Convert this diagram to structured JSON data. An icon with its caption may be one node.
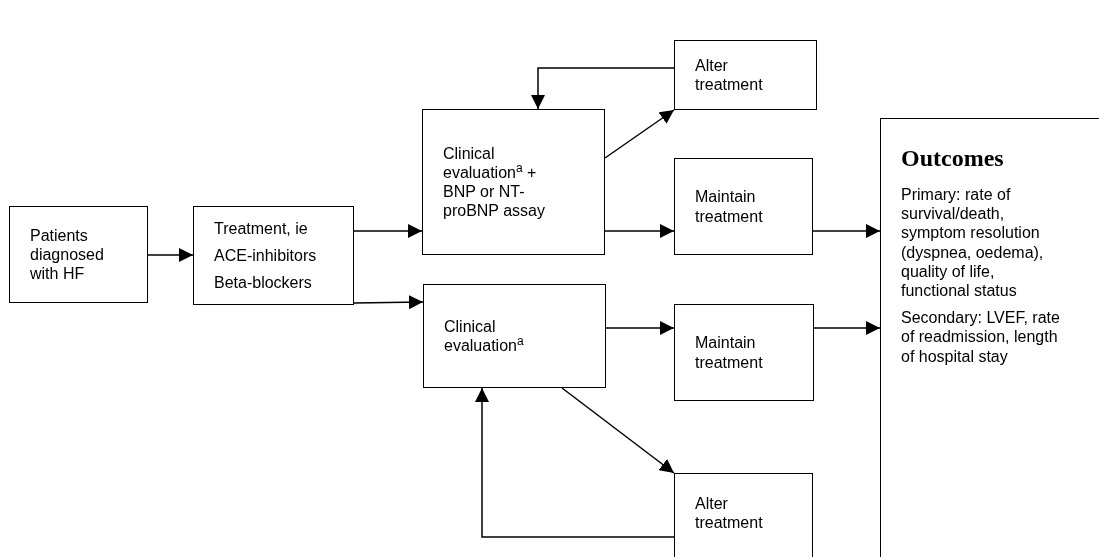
{
  "diagram": {
    "nodes": [
      {
        "text": [
          "Patients diagnosed with HF"
        ]
      },
      {
        "text": [
          "Treatment, ie",
          "ACE-inhibitors",
          "Beta-blockers"
        ]
      },
      {
        "text": [
          "Clinical evaluation$^{a}$ + BNP or NT-proBNP assay"
        ]
      },
      {
        "text": [
          "Alter treatment"
        ]
      },
      {
        "text": [
          "Maintain treatment"
        ]
      },
      {
        "text": [
          "Clinical evaluation$^{a}$"
        ]
      },
      {
        "text": [
          "Maintain treatment"
        ]
      },
      {
        "text": [
          "Alter treatment"
        ]
      },
      {
        "text": [
          "Outcomes",
          "Primary: rate of survival/death, symptom resolution (dyspnea, oedema), quality of life, functional status",
          "Secondary: LVEF, rate of readmission, length of hospital stay"
        ]
      }
    ],
    "edges": [
      {
        "from": 0,
        "to": 1,
        "arrow": "to"
      },
      {
        "from": 1,
        "to": 2,
        "arrow": "to"
      },
      {
        "from": 1,
        "to": 5,
        "arrow": "to"
      },
      {
        "from": 2,
        "to": 3,
        "arrow": "to"
      },
      {
        "from": 3,
        "to": 2,
        "arrow": "to"
      },
      {
        "from": 2,
        "to": 4,
        "arrow": "to"
      },
      {
        "from": 4,
        "to": 8,
        "arrow": "to"
      },
      {
        "from": 5,
        "to": 6,
        "arrow": "to"
      },
      {
        "from": 6,
        "to": 8,
        "arrow": "to"
      },
      {
        "from": 5,
        "to": 7,
        "arrow": "to"
      },
      {
        "from": 7,
        "to": 5,
        "arrow": "to"
      }
    ]
  }
}
